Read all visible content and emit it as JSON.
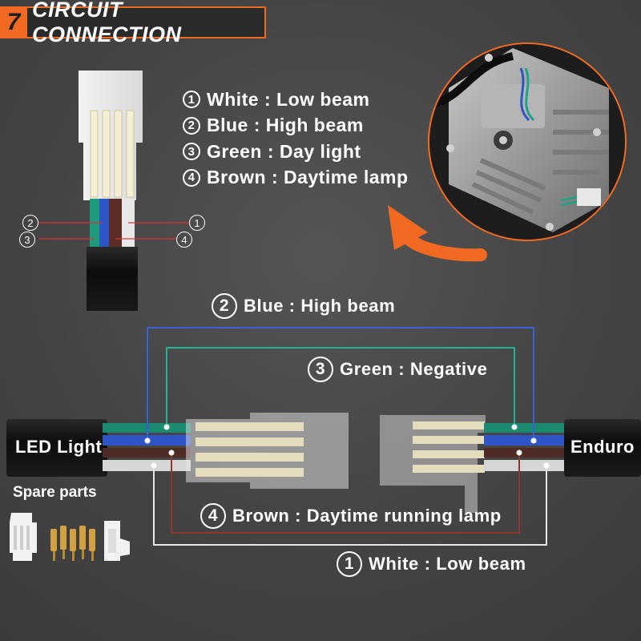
{
  "header": {
    "step_number": "7",
    "title": "CIRCUIT CONNECTION"
  },
  "legend": [
    {
      "num": "1",
      "text": "White : Low beam"
    },
    {
      "num": "2",
      "text": "Blue : High beam"
    },
    {
      "num": "3",
      "text": "Green : Day light"
    },
    {
      "num": "4",
      "text": "Brown : Daytime lamp"
    }
  ],
  "connector_callouts": {
    "left": [
      "2",
      "3"
    ],
    "right": [
      "1",
      "4"
    ]
  },
  "wiring": {
    "blue": {
      "num": "2",
      "text": "Blue : High beam",
      "color": "#2f54c6"
    },
    "green": {
      "num": "3",
      "text": "Green : Negative",
      "color": "#1ea387"
    },
    "brown": {
      "num": "4",
      "text": "Brown : Daytime running lamp",
      "color": "#7b3b2b"
    },
    "white": {
      "num": "1",
      "text": "White : Low beam",
      "color": "#e0e0e0"
    }
  },
  "ends": {
    "left": "LED Light",
    "right": "Enduro"
  },
  "spare_parts": "Spare parts",
  "colors": {
    "accent": "#f26a21",
    "background": "#4a4a4a"
  }
}
